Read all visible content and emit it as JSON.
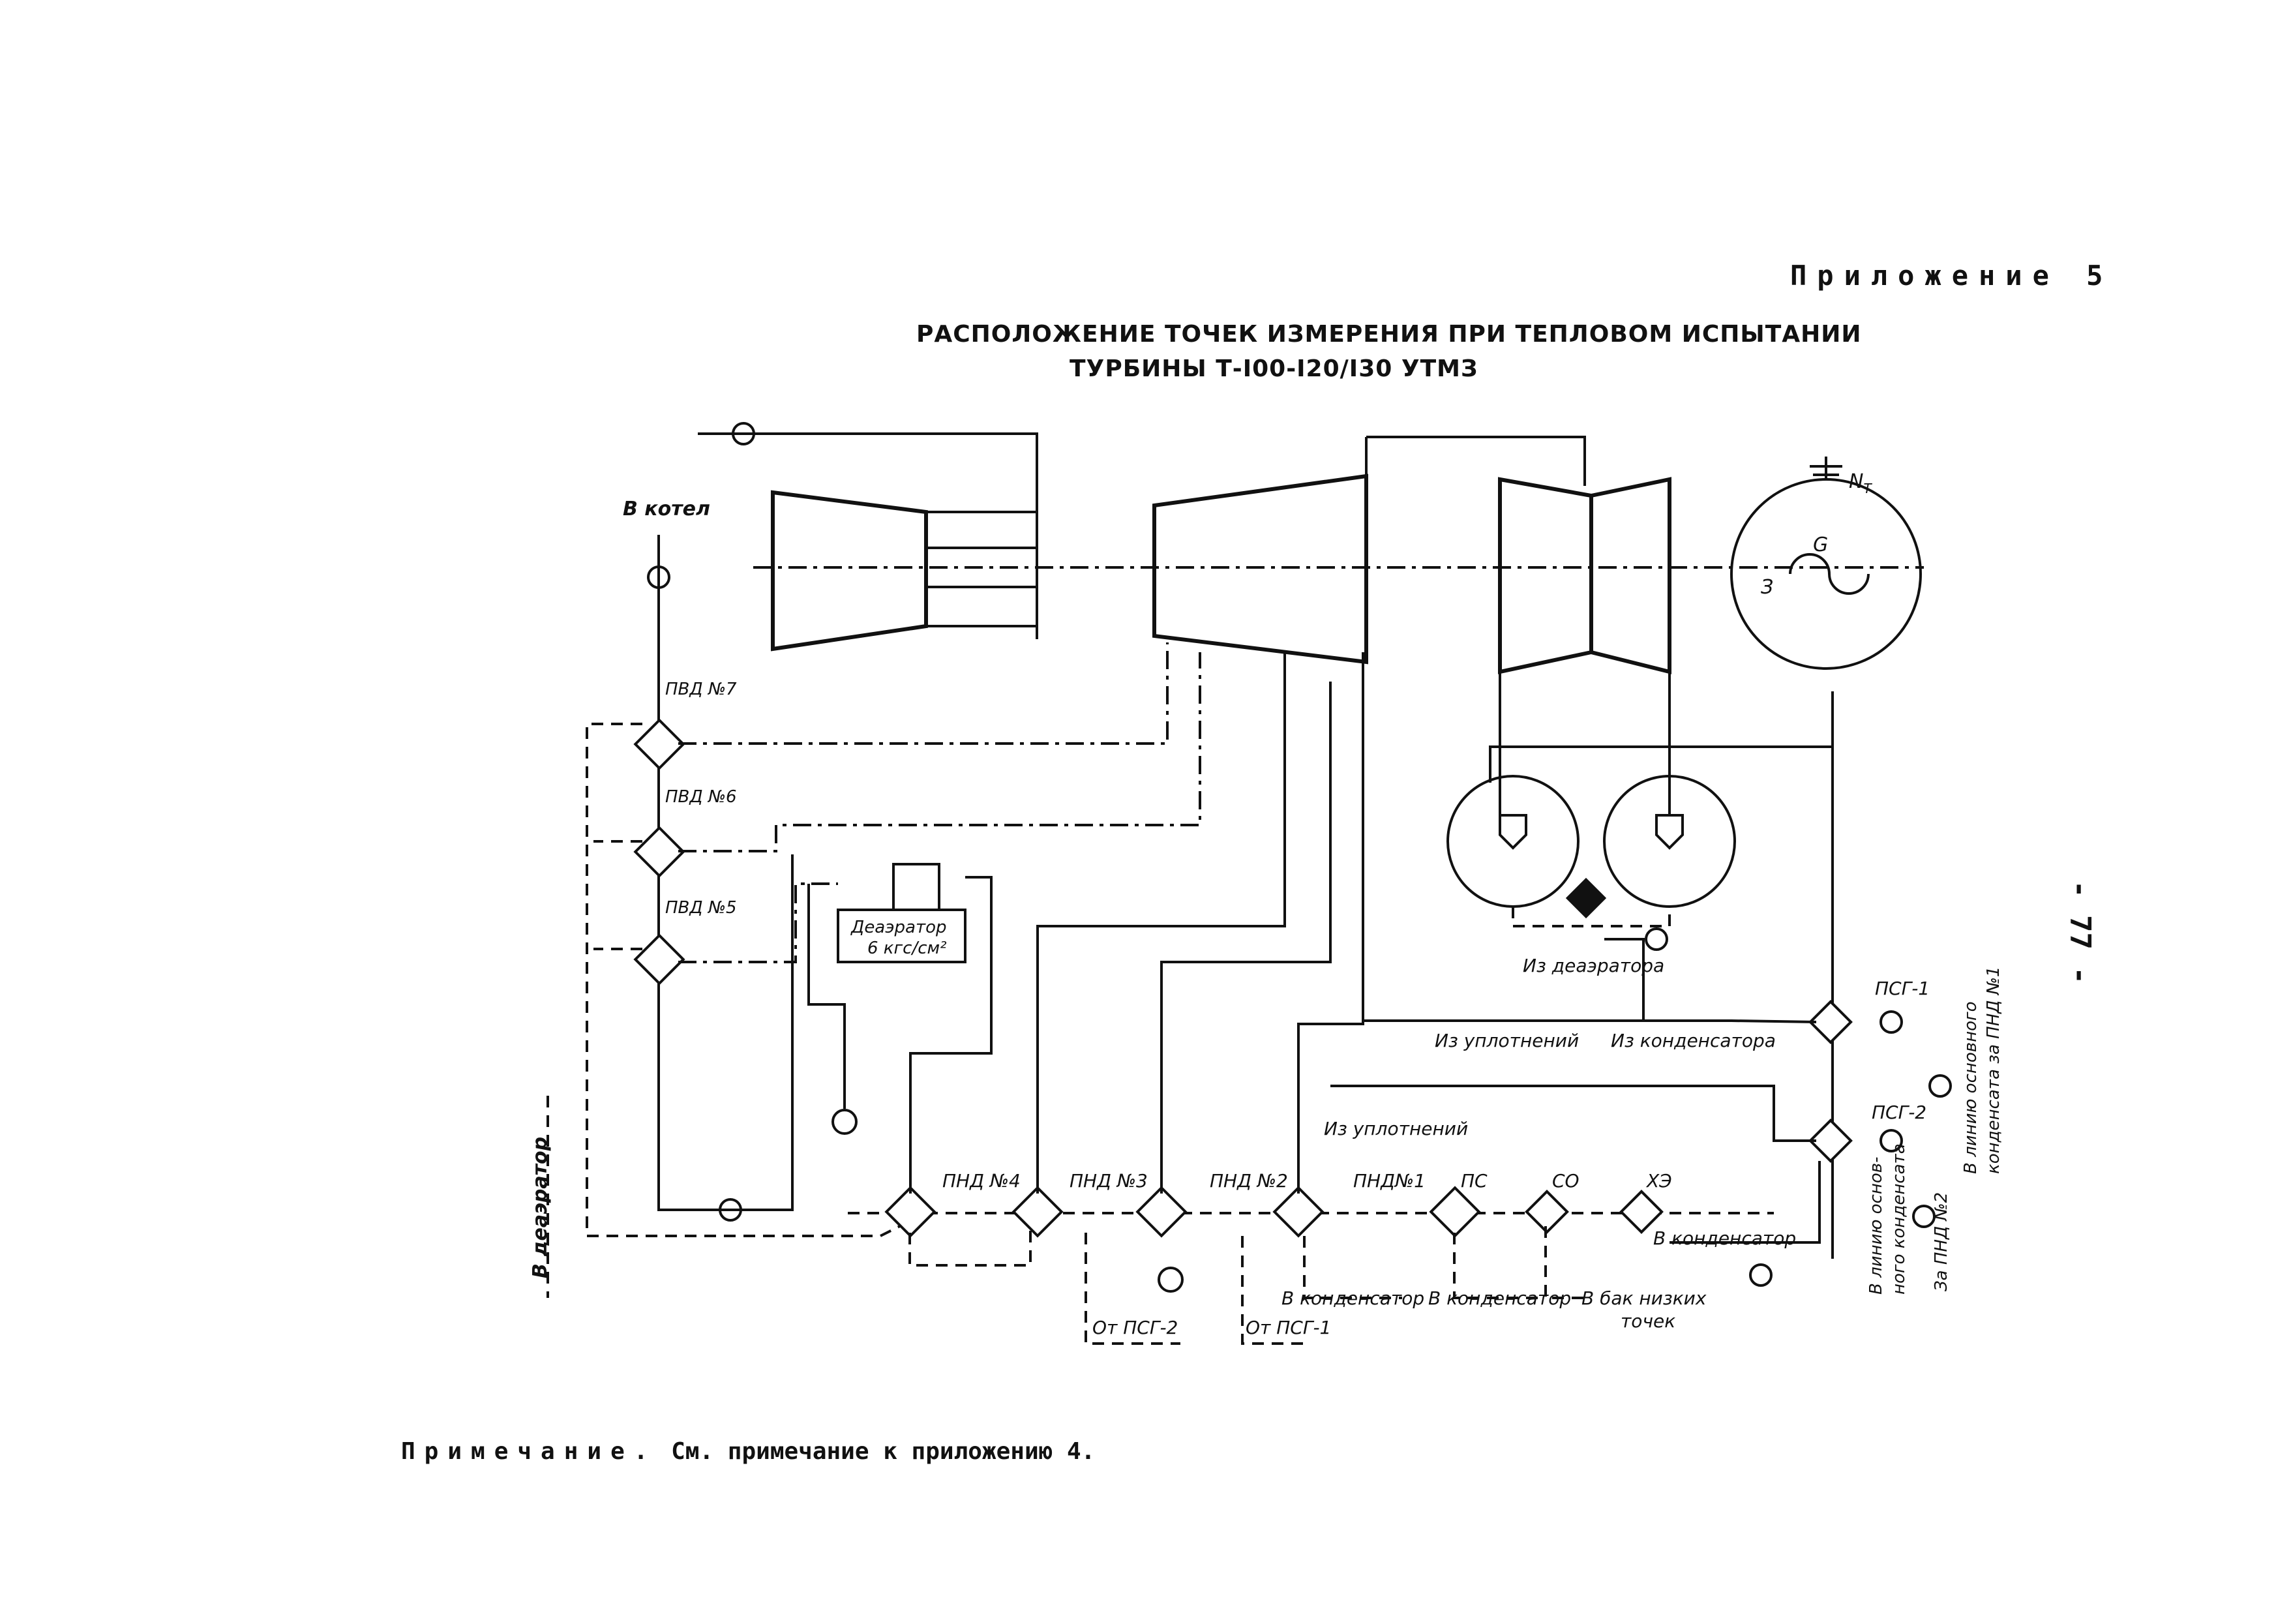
{
  "header": {
    "appendix": "Приложение 5",
    "title_line1": "РАСПОЛОЖЕНИЕ ТОЧЕК ИЗМЕРЕНИЯ ПРИ ТЕПЛОВОМ ИСПЫТАНИИ",
    "title_line2": "ТУРБИНЫ Т-I00-I20/I30 УТМЗ"
  },
  "diagram": {
    "labels": {
      "to_boiler": "В котел",
      "pvd7": "ПВД №7",
      "pvd6": "ПВД №6",
      "pvd5": "ПВД №5",
      "deaerator": "Деаэратор",
      "deaerator_pressure": "6 кгс/см²",
      "generator": "G",
      "exciter": "З",
      "power": "N",
      "power_sub": "Т",
      "from_deaerator": "Из деаэратора",
      "from_seals_1": "Из уплотнений",
      "from_condenser": "Из конденсатора",
      "from_seals_2": "Из уплотнений",
      "psg1": "ПСГ-1",
      "psg2": "ПСГ-2",
      "pnd4": "ПНД №4",
      "pnd3": "ПНД №3",
      "pnd2": "ПНД №2",
      "pnd1": "ПНД№1",
      "ps": "ПС",
      "so": "СО",
      "he": "ХЭ",
      "to_condenser_right": "В конденсатор",
      "to_condenser_1": "В конденсатор",
      "to_condenser_2": "В конденсатор",
      "to_low_tank_1": "В бак низких",
      "to_low_tank_2": "точек",
      "from_psg2": "От ПСГ-2",
      "from_psg1": "От ПСГ-1",
      "to_deaerator": "В деаэратор",
      "main_cond_line_1": "В линию основ-",
      "main_cond_line_2": "ного конденсата",
      "after_pnd2": "За ПНД №2",
      "main_cond_after_pnd1_1": "В линию основного",
      "main_cond_after_pnd1_2": "конденсата за ПНД №1"
    }
  },
  "footer": {
    "note_spaced": "Примечание.",
    "note_text": " См. примечание к приложению 4.",
    "page_number": "- 77 -"
  }
}
